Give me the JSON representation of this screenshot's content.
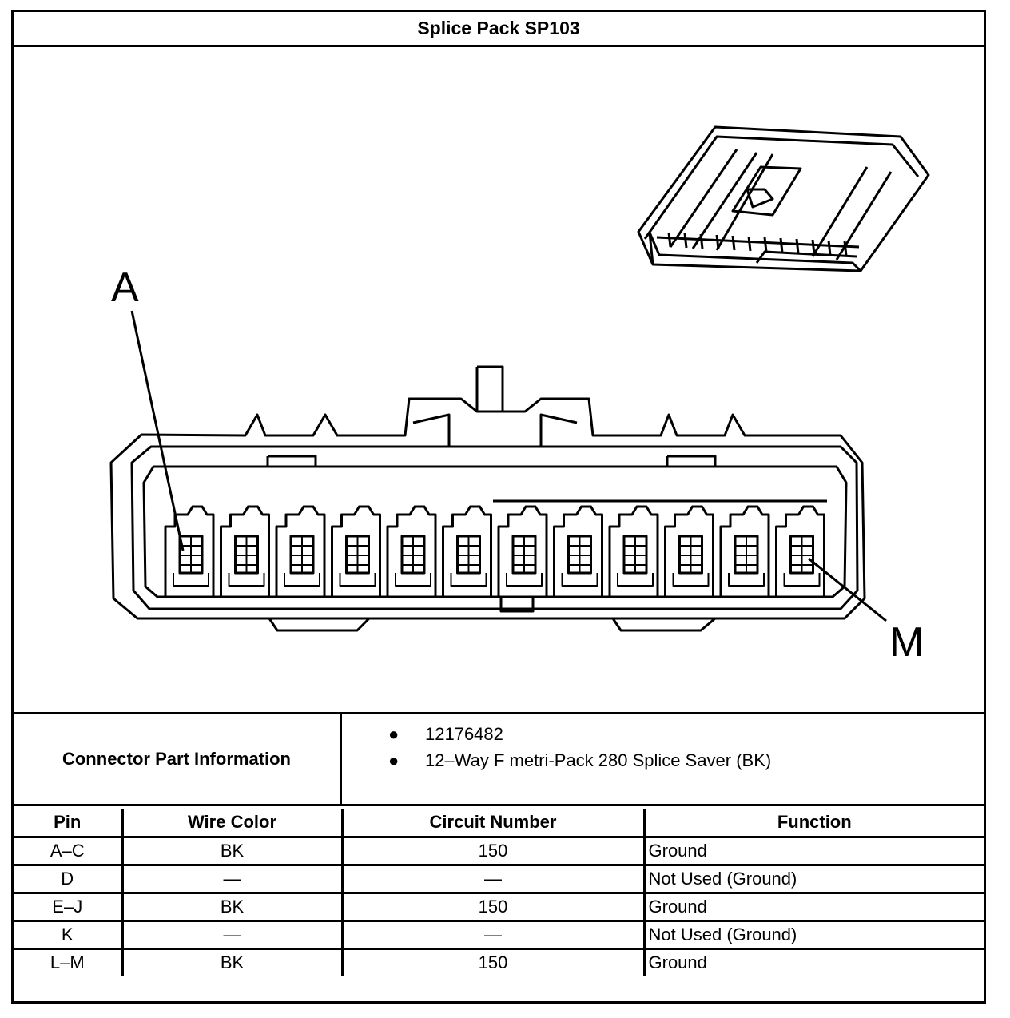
{
  "title": "Splice Pack SP103",
  "diagram": {
    "pin_first_label": "A",
    "pin_last_label": "M",
    "cavity_count": 12
  },
  "connector_info": {
    "label": "Connector Part Information",
    "items": [
      "12176482",
      "12–Way F metri-Pack 280 Splice Saver (BK)"
    ]
  },
  "pin_table": {
    "headers": [
      "Pin",
      "Wire Color",
      "Circuit Number",
      "Function"
    ],
    "rows": [
      [
        "A–C",
        "BK",
        "150",
        "Ground"
      ],
      [
        "D",
        "—",
        "—",
        "Not Used (Ground)"
      ],
      [
        "E–J",
        "BK",
        "150",
        "Ground"
      ],
      [
        "K",
        "—",
        "—",
        "Not Used (Ground)"
      ],
      [
        "L–M",
        "BK",
        "150",
        "Ground"
      ]
    ]
  }
}
